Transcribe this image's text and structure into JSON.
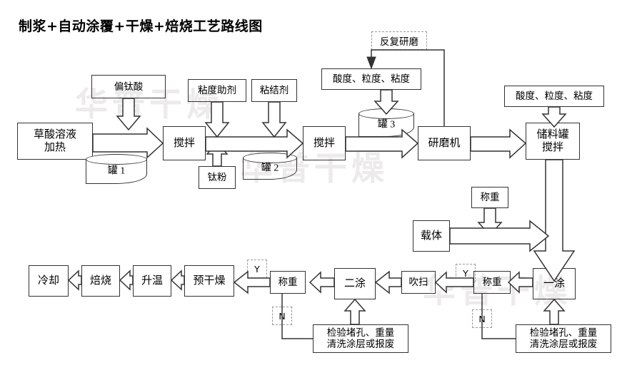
{
  "title": "制浆+自动涂覆+干燥+焙烧工艺路线图",
  "watermark": "华普干燥",
  "nodes": {
    "additive": "偏钛酸",
    "viscosity_aid": "粘度助剂",
    "binder": "粘结剂",
    "oxalic": "草酸溶液\n加热",
    "oxalic_l1": "草酸溶液",
    "oxalic_l2": "加热",
    "tank1": "罐 1",
    "mix1": "搅拌",
    "ti_powder": "钛粉",
    "tank2": "罐 2",
    "mix2": "搅拌",
    "regrind": "反复研磨",
    "quality_left": "酸度、粒度、粘度",
    "tank3": "罐 3",
    "grinder": "研磨机",
    "quality_right": "酸度、粒度、粘度",
    "storage_l1": "储料罐",
    "storage_l2": "搅拌",
    "weigh_top": "称重",
    "carrier": "载体",
    "coat1": "一涂",
    "weigh_right": "称重",
    "inspect_right_l1": "检验堵孔、重量",
    "inspect_right_l2": "清洗涂层或报废",
    "blow": "吹扫",
    "coat2": "二涂",
    "weigh_left": "称重",
    "inspect_left_l1": "检验堵孔、重量",
    "inspect_left_l2": "清洗涂层或报废",
    "predry": "预干燥",
    "heatup": "升温",
    "calcine": "焙烧",
    "cool": "冷却"
  },
  "decisions": {
    "y_right": "Y",
    "n_right": "N",
    "y_left": "Y",
    "n_left": "N"
  },
  "colors": {
    "stroke": "#333333",
    "dashed": "#9a9a9a",
    "watermark": "#eceaea",
    "background": "#ffffff"
  }
}
